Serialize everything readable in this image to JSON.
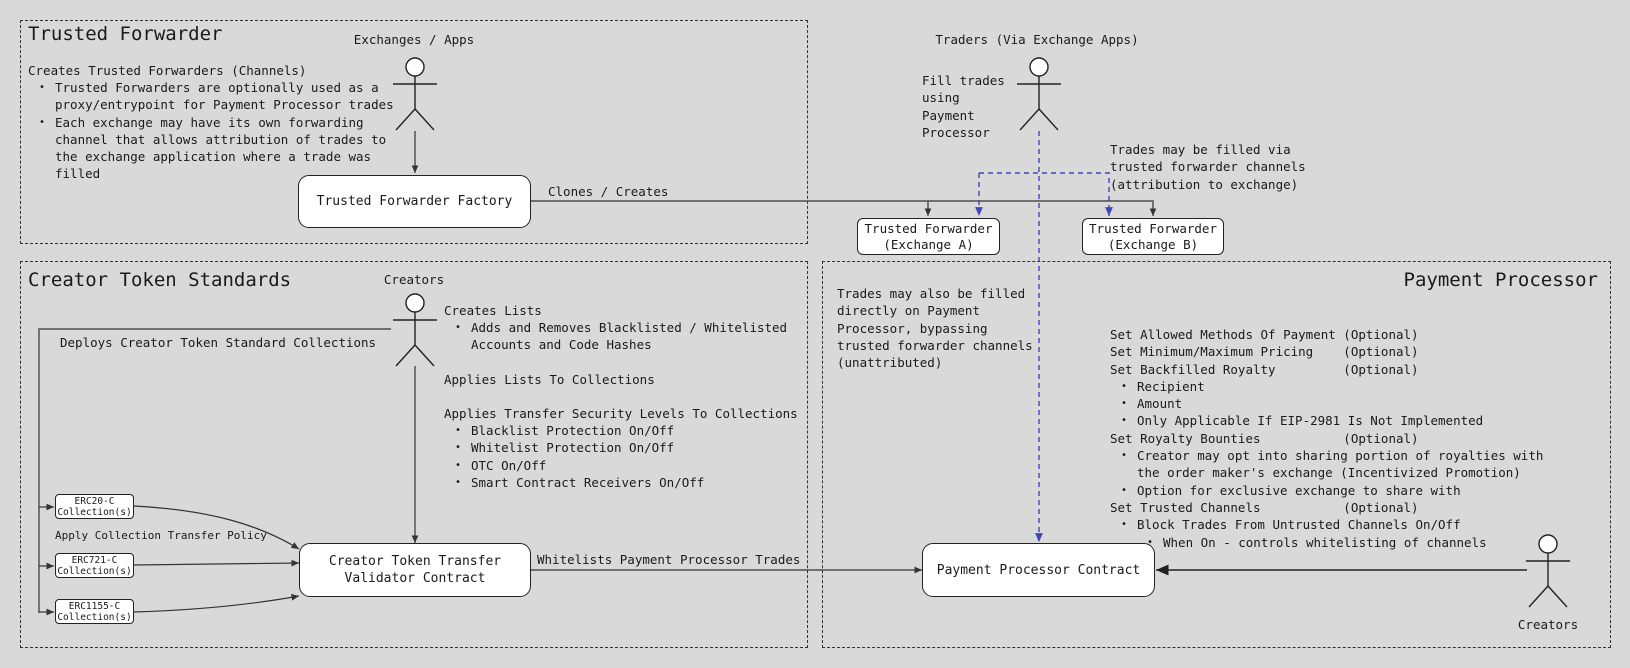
{
  "panels": {
    "trusted_forwarder": {
      "title": "Trusted Forwarder",
      "actor_label": "Exchanges / Apps",
      "heading": "Creates Trusted Forwarders (Channels)",
      "bullets": [
        "Trusted Forwarders are optionally used as a",
        "proxy/entrypoint for Payment Processor trades",
        "Each exchange may have its own forwarding",
        "channel that allows attribution of trades to",
        "the exchange application where a trade was",
        "filled"
      ],
      "factory_node": "Trusted Forwarder Factory",
      "edge_label": "Clones / Creates"
    },
    "traders": {
      "actor_label": "Traders (Via Exchange Apps)",
      "fill_note": [
        "Fill trades",
        "using",
        "Payment",
        "Processor"
      ],
      "channel_note": [
        "Trades may be filled via",
        "trusted forwarder channels",
        "(attribution to exchange)"
      ],
      "forwarder_a": "Trusted Forwarder\n(Exchange A)",
      "forwarder_b": "Trusted Forwarder\n(Exchange B)"
    },
    "creator_token_standards": {
      "title": "Creator Token Standards",
      "actor_label": "Creators",
      "deploys_label": "Deploys Creator Token Standard Collections",
      "creates_lists": "Creates Lists",
      "list_bullets": [
        "Adds and Removes Blacklisted / Whitelisted",
        "Accounts and Code Hashes"
      ],
      "applies_lists": "Applies Lists To Collections",
      "applies_levels": "Applies Transfer Security Levels To Collections",
      "level_bullets": [
        "Blacklist Protection On/Off",
        "Whitelist Protection On/Off",
        "OTC On/Off",
        "Smart Contract Receivers On/Off"
      ],
      "collections": [
        "ERC20-C\nCollection(s)",
        "ERC721-C\nCollection(s)",
        "ERC1155-C\nCollection(s)"
      ],
      "policy_label": "Apply Collection Transfer Policy",
      "validator_node": "Creator Token Transfer\nValidator Contract",
      "whitelist_label": "Whitelists Payment Processor Trades"
    },
    "payment_processor": {
      "title": "Payment Processor",
      "direct_note": [
        "Trades may also be filled",
        "directly on Payment",
        "Processor, bypassing",
        "trusted forwarder channels",
        "(unattributed)"
      ],
      "settings": [
        {
          "kind": "head",
          "text": "Set Allowed Methods Of Payment (Optional)"
        },
        {
          "kind": "head",
          "text": "Set Minimum/Maximum Pricing    (Optional)"
        },
        {
          "kind": "head",
          "text": "Set Backfilled Royalty         (Optional)"
        },
        {
          "kind": "bullet",
          "text": "Recipient"
        },
        {
          "kind": "bullet",
          "text": "Amount"
        },
        {
          "kind": "bullet",
          "text": "Only Applicable If EIP-2981 Is Not Implemented"
        },
        {
          "kind": "head",
          "text": "Set Royalty Bounties           (Optional)"
        },
        {
          "kind": "bullet",
          "text": "Creator may opt into sharing portion of royalties with"
        },
        {
          "kind": "cont",
          "text": "the order maker's exchange (Incentivized Promotion)"
        },
        {
          "kind": "bullet",
          "text": "Option for exclusive exchange to share with"
        },
        {
          "kind": "head",
          "text": "Set Trusted Channels           (Optional)"
        },
        {
          "kind": "bullet",
          "text": "Block Trades From Untrusted Channels On/Off"
        },
        {
          "kind": "sub",
          "text": "When On - controls whitelisting of channels"
        }
      ],
      "processor_node": "Payment Processor Contract",
      "actor_label": "Creators"
    }
  },
  "colors": {
    "background": "#d9d9d9",
    "line": "#333333",
    "dashed_flow": "#3f48b8",
    "node_fill": "#ffffff"
  }
}
